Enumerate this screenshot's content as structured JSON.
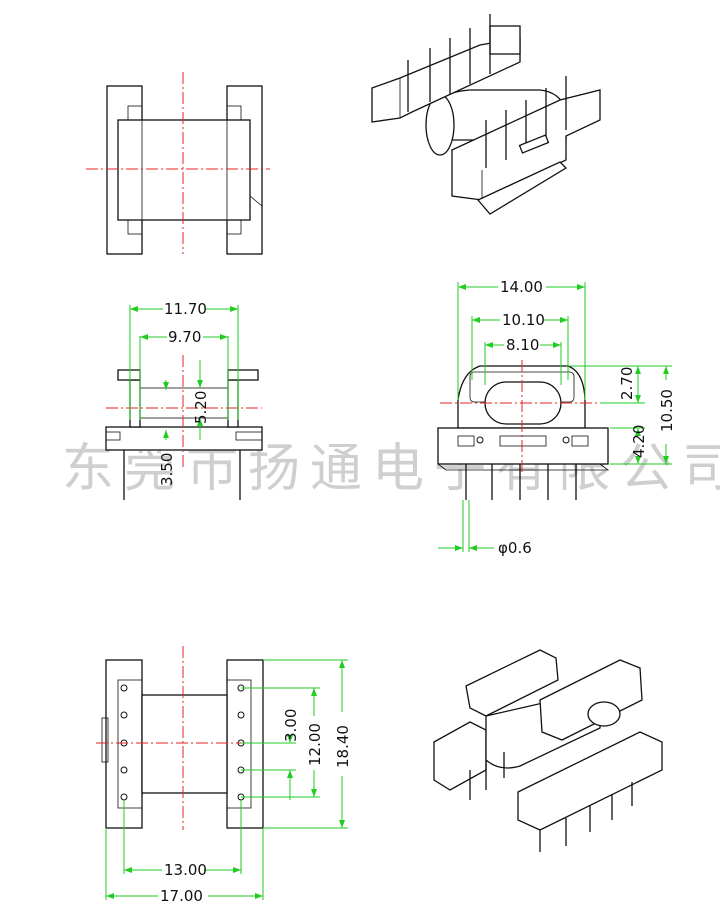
{
  "watermark": "东莞市扬通电子有限公司",
  "colors": {
    "outline": "#111111",
    "centerline": "#e02424",
    "dimension": "#22cc22",
    "watermark": "#cfcfcf"
  },
  "dimensions": {
    "d_11_70": "11.70",
    "d_9_70": "9.70",
    "d_5_20": "5.20",
    "d_3_50": "3.50",
    "d_14_00": "14.00",
    "d_10_10": "10.10",
    "d_8_10": "8.10",
    "d_2_70": "2.70",
    "d_10_50": "10.50",
    "d_4_20": "4.20",
    "d_phi_0_6": "φ0.6",
    "d_3_00": "3.00",
    "d_12_00": "12.00",
    "d_18_40": "18.40",
    "d_13_00": "13.00",
    "d_17_00": "17.00"
  }
}
